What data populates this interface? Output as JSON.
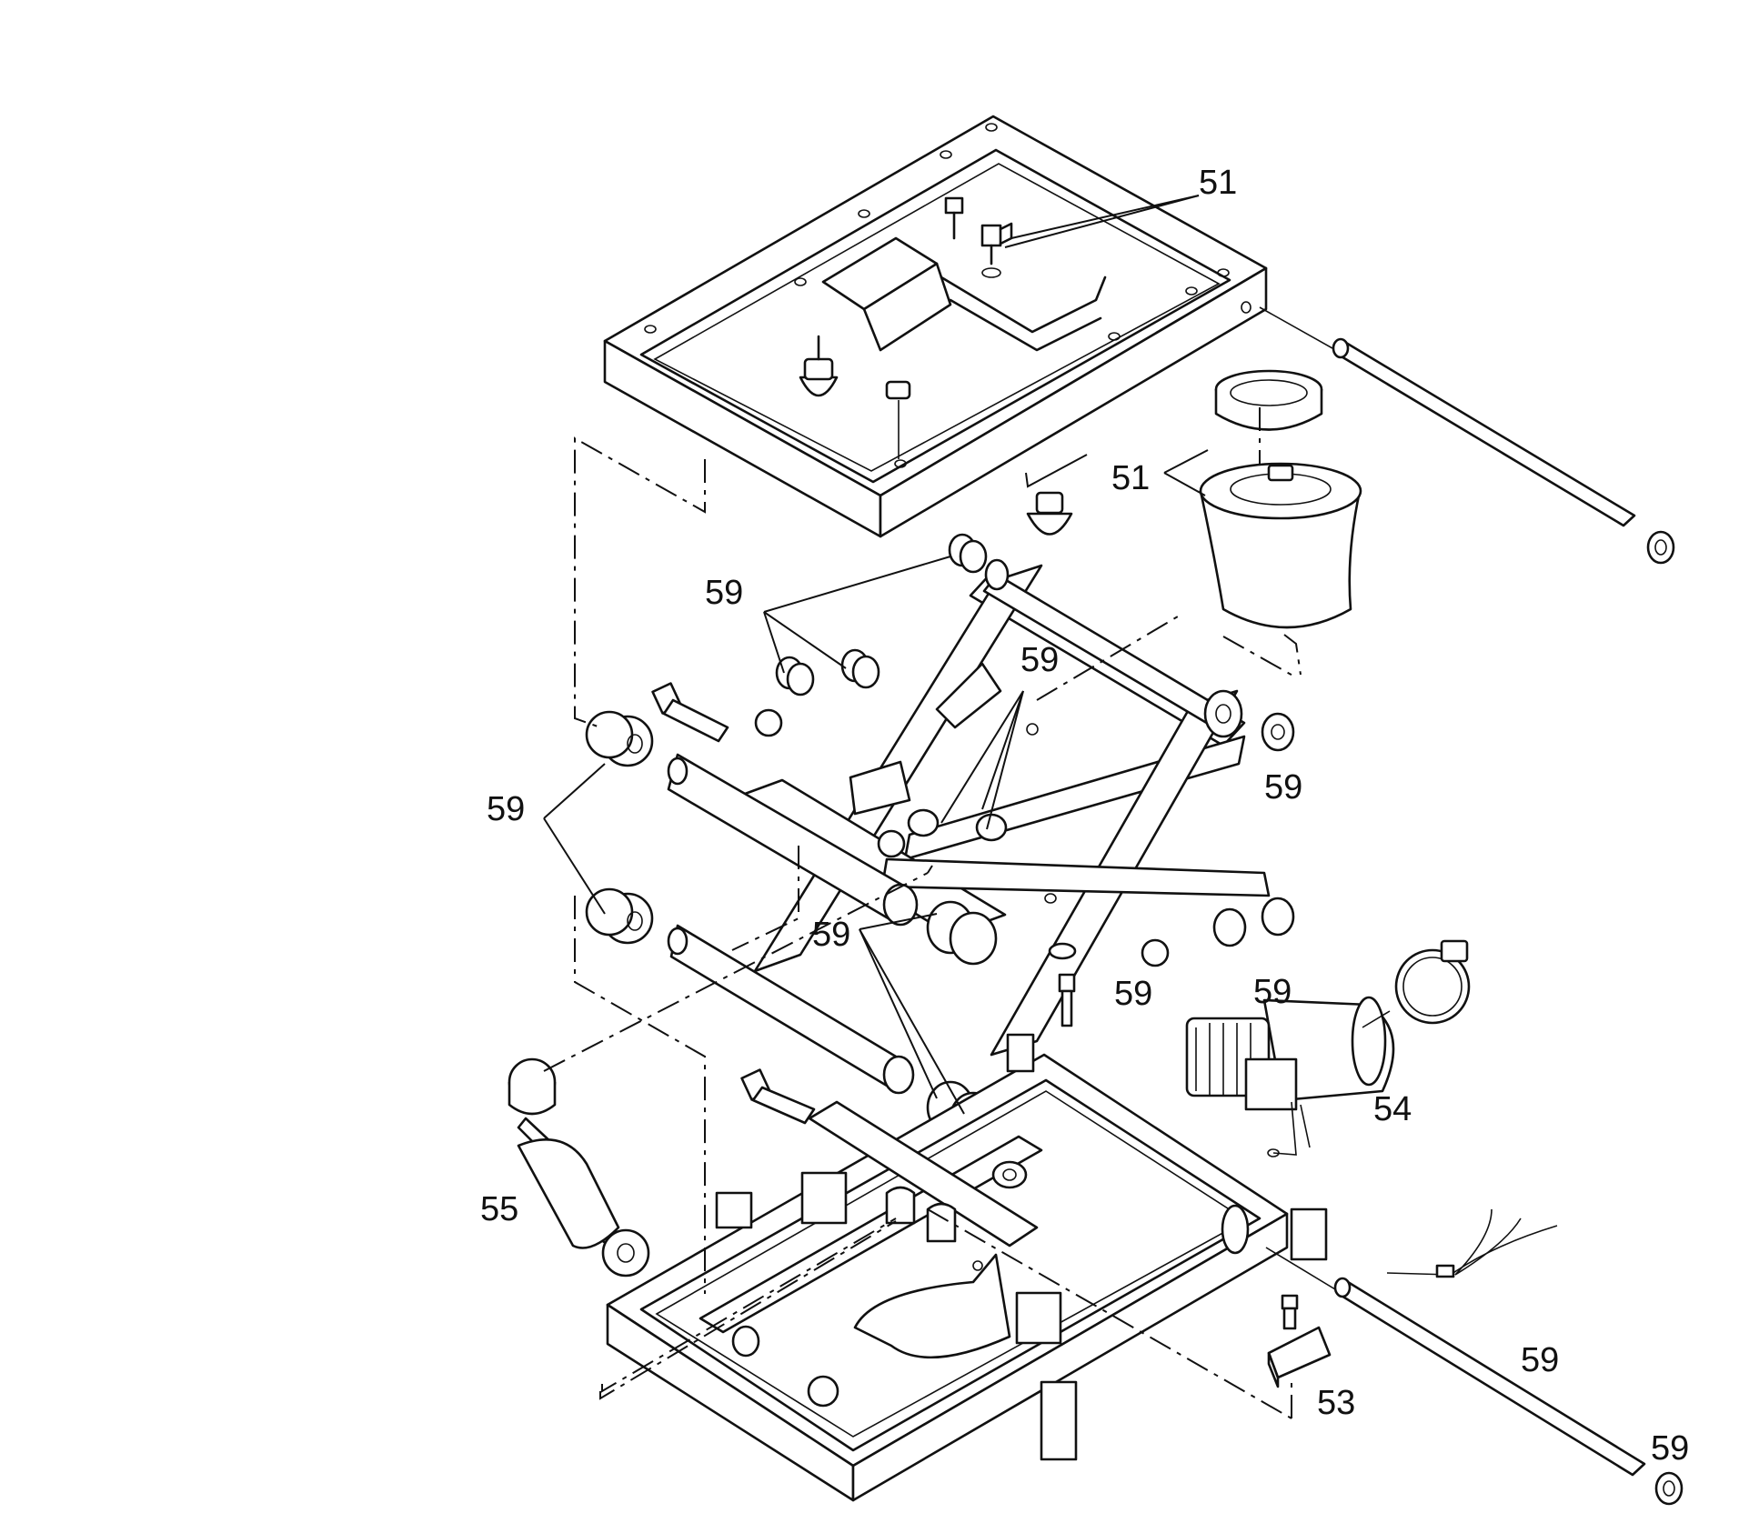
{
  "callouts": {
    "c51_top": "51",
    "c51_spring": "51",
    "c59_top_left": "59",
    "c59_center": "59",
    "c59_right_top": "59",
    "c59_left": "59",
    "c59_mid": "59",
    "c59_nut": "59",
    "c59_right_low": "59",
    "c54": "54",
    "c55": "55",
    "c53": "53",
    "c59_rod": "59",
    "c59_washer": "59"
  },
  "icons": {
    "upper_frame": "upper-frame-icon",
    "lower_frame": "lower-frame-icon",
    "scissor": "scissor-linkage-icon",
    "air_spring": "air-spring-icon",
    "shock": "shock-absorber-icon",
    "compressor": "compressor-icon",
    "hose_clamp": "hose-clamp-icon",
    "pivot_rod": "pivot-rod-icon"
  }
}
